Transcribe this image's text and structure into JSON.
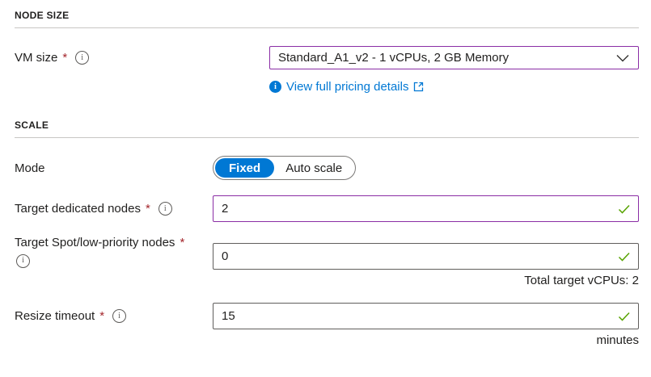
{
  "node_size_section": {
    "title": "NODE SIZE"
  },
  "vm_size": {
    "label": "VM size",
    "required_marker": "*",
    "selected_option": "Standard_A1_v2 - 1 vCPUs, 2 GB Memory"
  },
  "pricing_link": {
    "label": "View full pricing details"
  },
  "scale_section": {
    "title": "SCALE"
  },
  "mode": {
    "label": "Mode",
    "options": [
      {
        "label": "Fixed",
        "selected": true
      },
      {
        "label": "Auto scale",
        "selected": false
      }
    ]
  },
  "target_dedicated_nodes": {
    "label": "Target dedicated nodes",
    "required_marker": "*",
    "value": "2"
  },
  "target_spot_nodes": {
    "label": "Target Spot/low-priority nodes",
    "required_marker": "*",
    "value": "0"
  },
  "total_vcpus_text": "Total target vCPUs: 2",
  "resize_timeout": {
    "label": "Resize timeout",
    "required_marker": "*",
    "value": "15",
    "unit": "minutes"
  },
  "icons": {
    "info_glyph": "i"
  },
  "colors": {
    "accent_blue": "#0078d4",
    "dirty_purple": "#8a2da5",
    "valid_green": "#57a300",
    "required_red": "#a4262c",
    "divider_gray": "#c8c6c4"
  }
}
